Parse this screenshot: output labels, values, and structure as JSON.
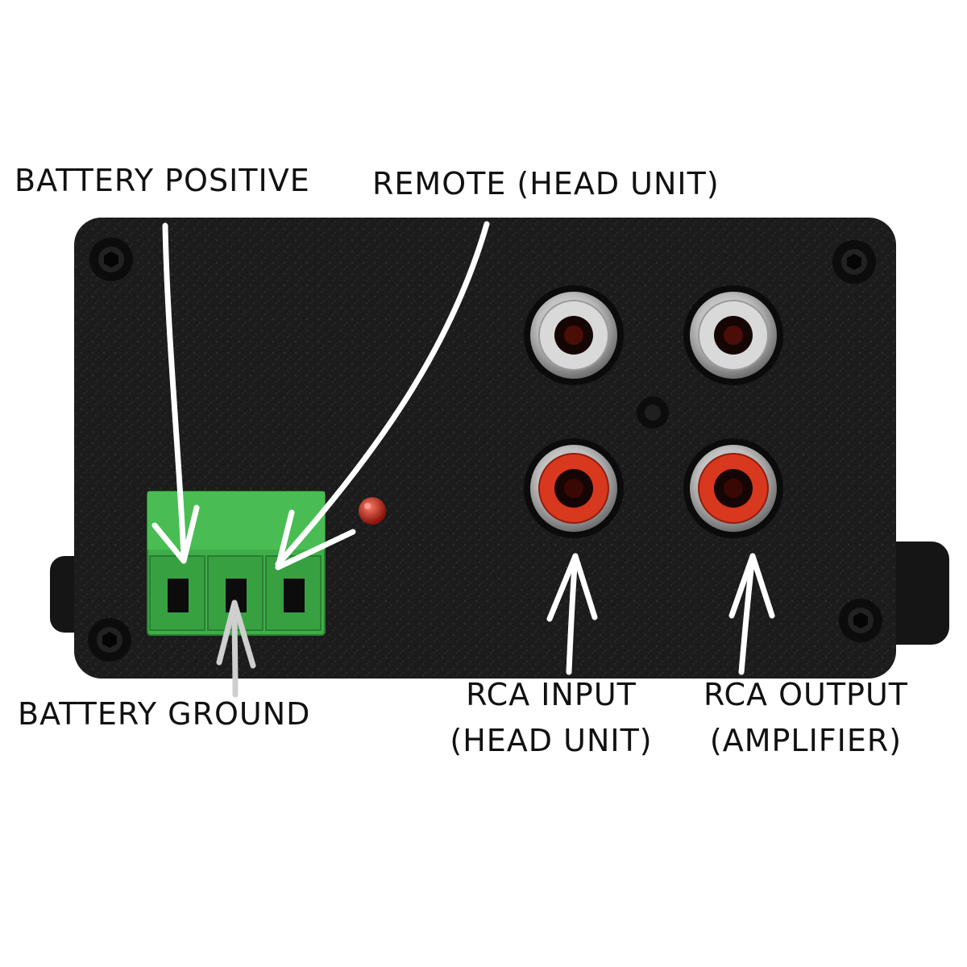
{
  "labels": {
    "battery_positive": "BATTERY POSITIVE",
    "remote": "REMOTE (HEAD UNIT)",
    "battery_ground": "BATTERY GROUND",
    "rca_input_line1": "RCA INPUT",
    "rca_input_line2": "(HEAD UNIT)",
    "rca_output_line1": "RCA OUTPUT",
    "rca_output_line2": "(AMPLIFIER)"
  },
  "colors": {
    "housing": "#1c1c1c",
    "terminal_block": "#3fae4a",
    "rca_white_insulator": "#d9d9d9",
    "rca_red_insulator": "#d8381e",
    "led": "#c0281c",
    "arrow_white": "#ffffff",
    "arrow_gray": "#cfcfcf"
  },
  "icons": {
    "terminal": "screw-terminal-block-3pin",
    "jack": "rca-jack",
    "screw": "hex-socket-screw",
    "indicator": "led-indicator"
  }
}
